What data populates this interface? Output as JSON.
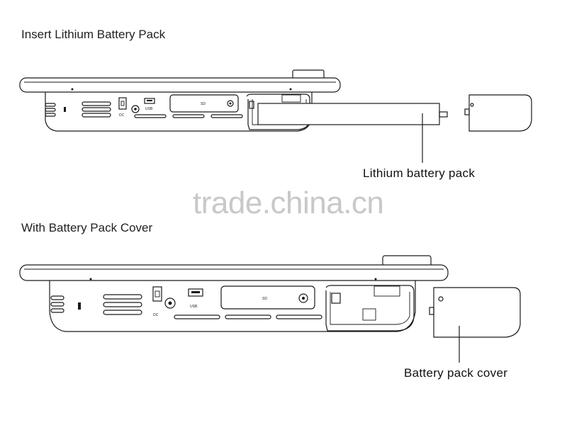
{
  "titles": {
    "insert": "Insert Lithium Battery Pack",
    "with_cover": "With Battery Pack Cover"
  },
  "callouts": {
    "battery_pack": "Lithium battery pack",
    "pack_cover": "Battery pack cover"
  },
  "watermark": "trade.china.cn",
  "port_labels": {
    "dc": "DC",
    "usb": "USB",
    "sd": "SD"
  }
}
